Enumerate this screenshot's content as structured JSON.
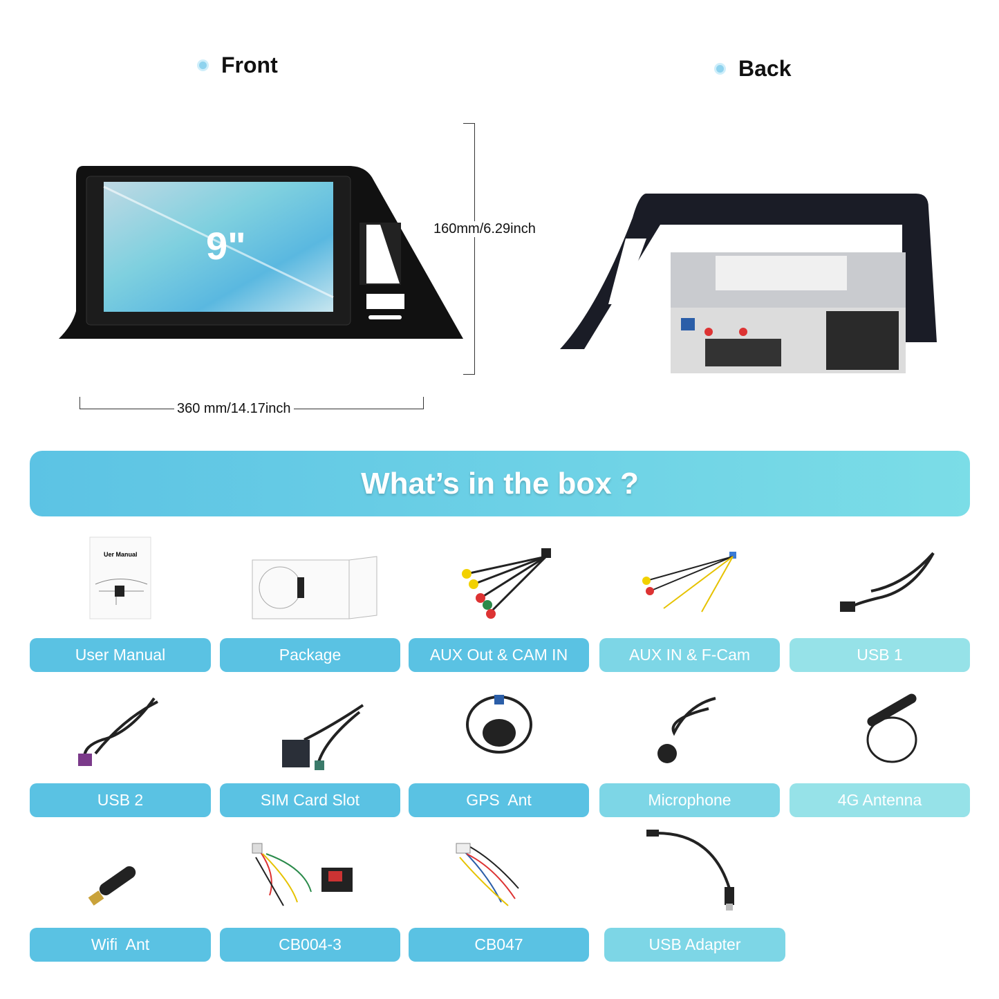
{
  "views": {
    "front": "Front",
    "back": "Back"
  },
  "dimensions": {
    "height": "160mm/6.29inch",
    "width": "360 mm/14.17inch"
  },
  "screen_size": "9\"",
  "banner": "What’s in the box ?",
  "items": [
    {
      "label": "User Manual",
      "image_text": "Uer Manual"
    },
    {
      "label": "Package"
    },
    {
      "label": "AUX Out & CAM IN"
    },
    {
      "label": "AUX IN & F-Cam"
    },
    {
      "label": "USB 1"
    },
    {
      "label": "USB 2"
    },
    {
      "label": "SIM Card Slot"
    },
    {
      "label": "GPS  Ant"
    },
    {
      "label": "Microphone"
    },
    {
      "label": "4G Antenna"
    },
    {
      "label": "Wifi  Ant"
    },
    {
      "label": "CB004-3"
    },
    {
      "label": "CB047"
    },
    {
      "label": "USB Adapter"
    }
  ],
  "colors": {
    "accent": "#5ac2e3",
    "accent_light": "#96e2e8"
  }
}
